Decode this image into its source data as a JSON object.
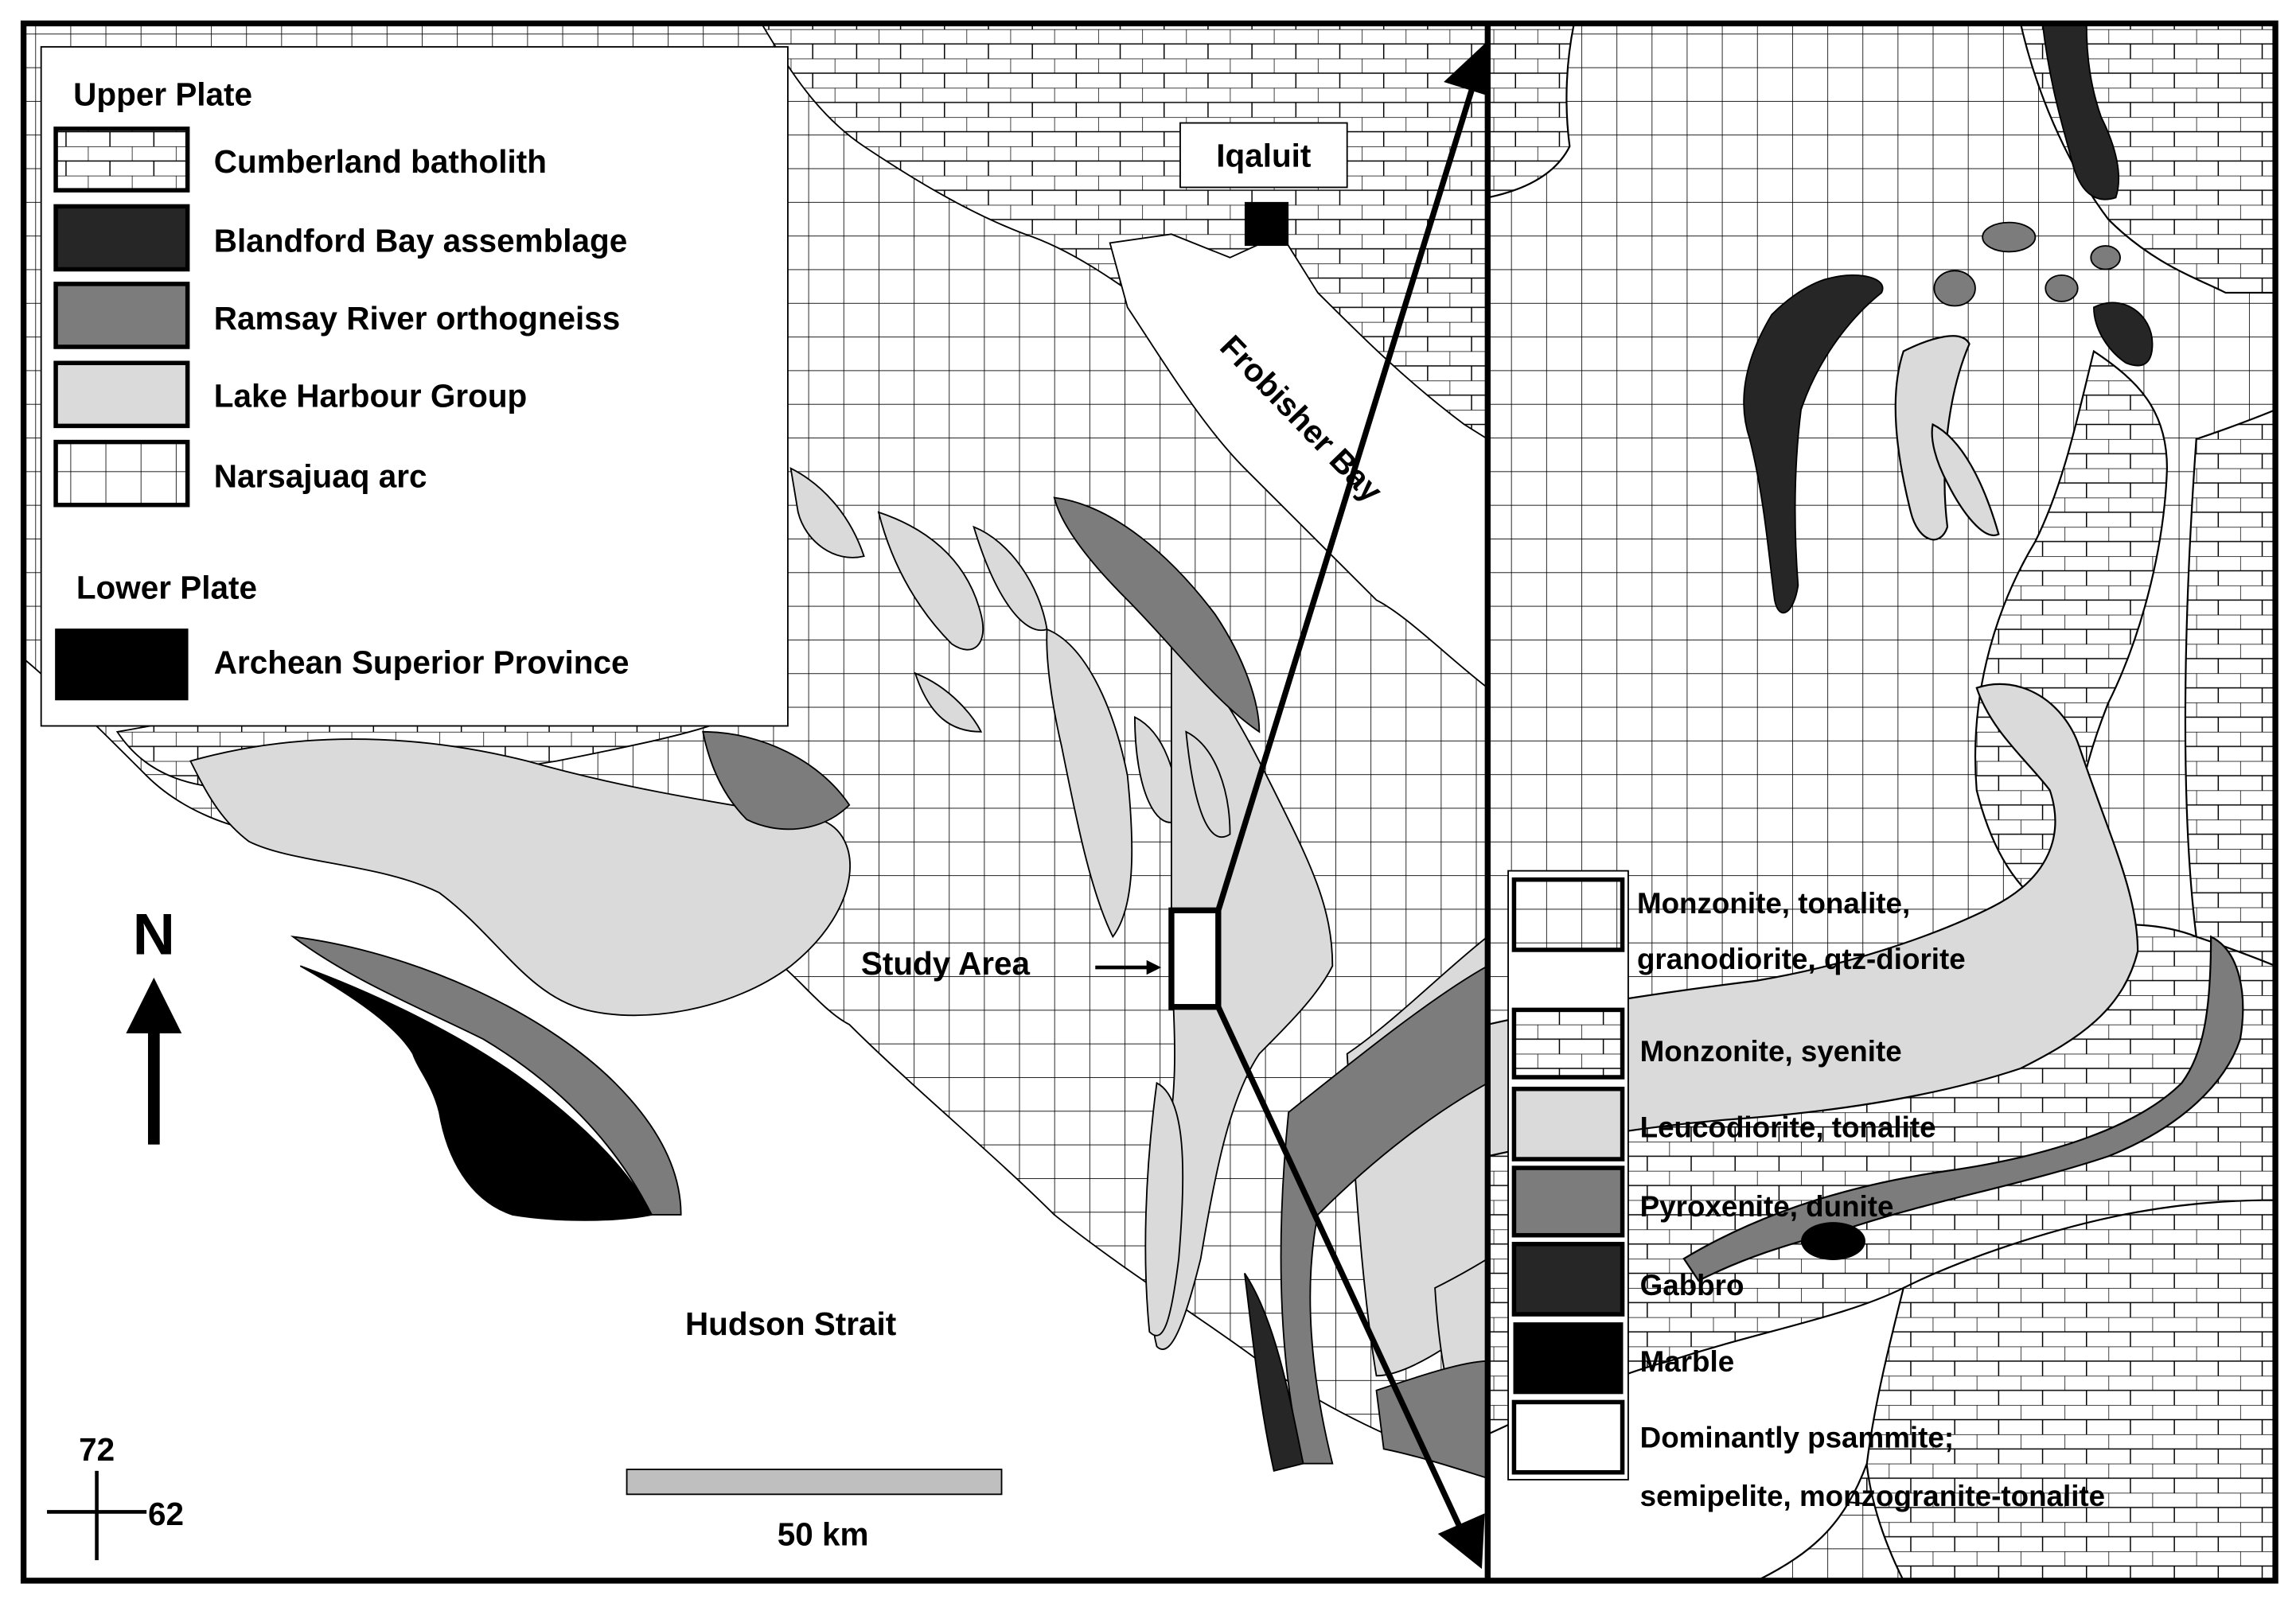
{
  "colors": {
    "sea": "#ffffff",
    "frame": "#000000",
    "cumberland_batholith": "brick-pattern",
    "blandford_bay": "#262626",
    "ramsay_river": "#7c7c7c",
    "lake_harbour": "#dadada",
    "narsajuaq": "grid-pattern",
    "archean_superior": "#000000",
    "scalebar": "#bfbfbf"
  },
  "regional_map": {
    "legend": {
      "upper_heading": "Upper Plate",
      "upper_items": [
        {
          "key": "brick",
          "label": "Cumberland batholith"
        },
        {
          "key": "blandford",
          "label": "Blandford Bay assemblage"
        },
        {
          "key": "ramsay",
          "label": "Ramsay River orthogneiss"
        },
        {
          "key": "lake",
          "label": "Lake Harbour Group"
        },
        {
          "key": "grid",
          "label": "Narsajuaq arc"
        }
      ],
      "lower_heading": "Lower Plate",
      "lower_items": [
        {
          "key": "black",
          "label": "Archean Superior Province"
        }
      ]
    },
    "labels": {
      "iqaluit": "Iqaluit",
      "frobisher_bay": "Frobisher Bay",
      "study_area": "Study Area",
      "hudson_strait": "Hudson Strait",
      "north": "N",
      "scale": "50 km",
      "lon": "72",
      "lat": "62"
    }
  },
  "inset_map": {
    "legend": [
      {
        "key": "grid",
        "label_lines": [
          "Monzonite, tonalite,",
          "granodiorite, qtz-diorite"
        ]
      },
      {
        "key": "brick",
        "label_lines": [
          "Monzonite, syenite"
        ]
      },
      {
        "key": "lake",
        "label_lines": [
          "Leucodiorite, tonalite"
        ]
      },
      {
        "key": "ramsay",
        "label_lines": [
          "Pyroxenite, dunite"
        ]
      },
      {
        "key": "blandford",
        "label_lines": [
          "Gabbro"
        ]
      },
      {
        "key": "black",
        "label_lines": [
          "Marble"
        ]
      },
      {
        "key": "white",
        "label_lines": [
          "Dominantly psammite;",
          "semipelite, monzogranite-tonalite"
        ]
      }
    ]
  }
}
